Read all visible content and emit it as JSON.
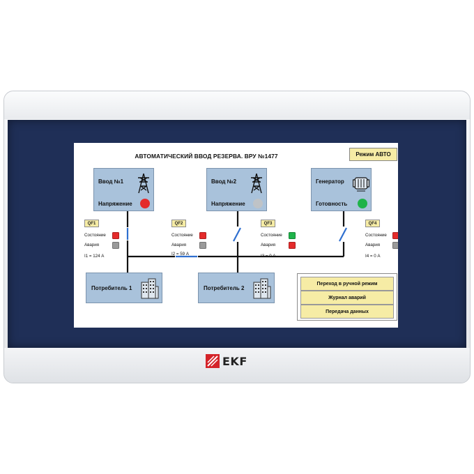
{
  "device": {
    "brand": "EKF",
    "colors": {
      "bezel": "#e9ebee",
      "frame": "#1f2f57",
      "panel_fill": "#a9c2db",
      "button_fill": "#f6eca5"
    }
  },
  "screen": {
    "title": "АВТОМАТИЧЕСКИЙ ВВОД РЕЗЕРВА. ВРУ №1477",
    "mode_button": "Режим АВТО",
    "sources": [
      {
        "name": "Ввод №1",
        "status_label": "Напряжение",
        "lamp": "red",
        "icon": "power-tower-icon"
      },
      {
        "name": "Ввод №2",
        "status_label": "Напряжение",
        "lamp": "gray",
        "icon": "power-tower-icon"
      },
      {
        "name": "Генератор",
        "status_label": "Готовность",
        "lamp": "green",
        "icon": "generator-icon"
      }
    ],
    "breakers": [
      {
        "id": "QF1",
        "state_label": "Состояние",
        "alarm_label": "Авария",
        "current": "I1 = 124 А",
        "state_led": "red",
        "alarm_led": "gray"
      },
      {
        "id": "QF2",
        "state_label": "Состояние",
        "alarm_label": "Авария",
        "current": "I2 = 59 А",
        "state_led": "red",
        "alarm_led": "gray"
      },
      {
        "id": "QF3",
        "state_label": "Состояние",
        "alarm_label": "Авария",
        "current": "I3 = 0 А",
        "state_led": "green",
        "alarm_led": "red"
      },
      {
        "id": "QF4",
        "state_label": "Состояние",
        "alarm_label": "Авария",
        "current": "I4 = 0 А",
        "state_led": "red",
        "alarm_led": "gray"
      }
    ],
    "consumers": [
      {
        "name": "Потребитель 1",
        "icon": "building-icon"
      },
      {
        "name": "Потребитель 2",
        "icon": "building-icon"
      }
    ],
    "menu": [
      "Переход в ручной режим",
      "Журнал аварий",
      "Передача данных"
    ],
    "led_colors": {
      "red": "#e42b2b",
      "gray": "#9a9a9a",
      "green": "#1fb34a"
    }
  }
}
